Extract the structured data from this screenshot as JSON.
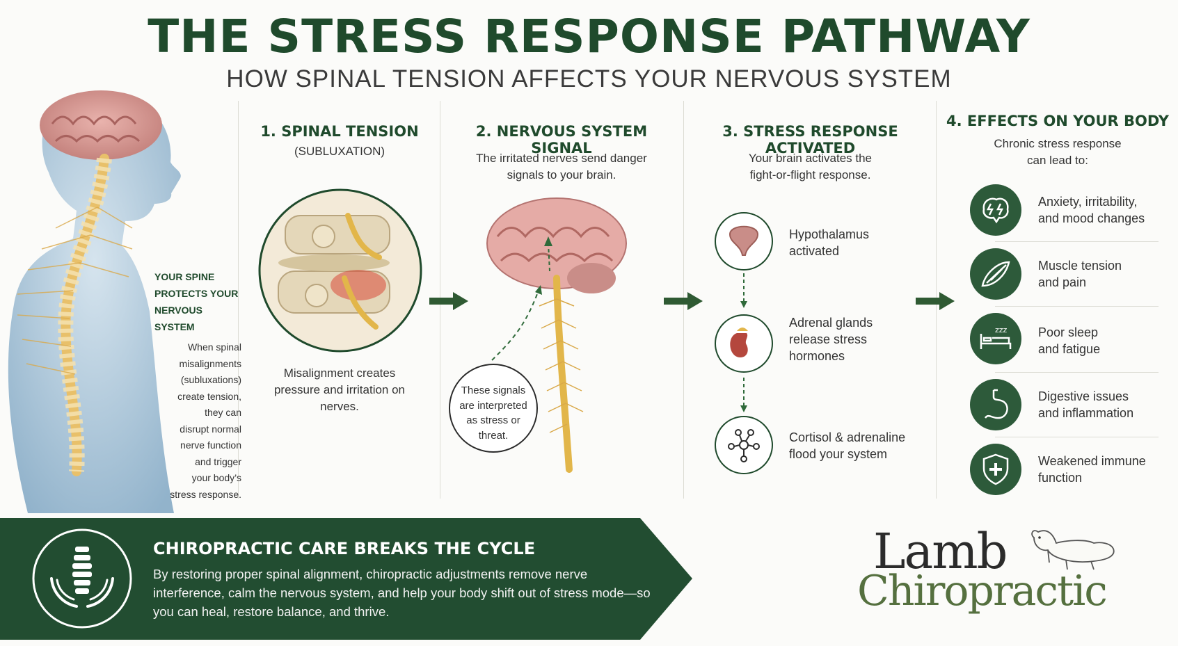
{
  "header": {
    "title": "THE STRESS RESPONSE PATHWAY",
    "subtitle": "HOW SPINAL TENSION AFFECTS YOUR NERVOUS SYSTEM"
  },
  "spine_panel": {
    "heading": [
      "YOUR SPINE",
      "PROTECTS YOUR",
      "NERVOUS SYSTEM"
    ],
    "body": [
      "When spinal",
      "misalignments",
      "(subluxations)",
      "create tension,",
      "they can",
      "disrupt normal",
      "nerve function",
      "and trigger",
      "your body’s",
      "stress response."
    ]
  },
  "steps": [
    {
      "title": "1. SPINAL TENSION",
      "sub": [
        "(SUBLUXATION)"
      ],
      "caption": [
        "Misalignment creates",
        "pressure and irritation on",
        "nerves."
      ]
    },
    {
      "title": "2. NERVOUS SYSTEM SIGNAL",
      "sub": [
        "The irritated nerves send danger",
        "signals to your brain."
      ],
      "bubble": [
        "These signals",
        "are interpreted",
        "as stress or",
        "threat."
      ]
    },
    {
      "title": "3. STRESS RESPONSE ACTIVATED",
      "sub": [
        "Your brain activates the",
        "fight-or-flight response."
      ],
      "items": [
        {
          "icon": "hypothalamus-icon",
          "lines": [
            "Hypothalamus",
            "activated"
          ]
        },
        {
          "icon": "adrenal-gland-icon",
          "lines": [
            "Adrenal glands",
            "release stress",
            "hormones"
          ]
        },
        {
          "icon": "molecule-icon",
          "lines": [
            "Cortisol & adrenaline",
            "flood your system"
          ]
        }
      ]
    },
    {
      "title": "4. EFFECTS ON YOUR BODY",
      "sub": [
        "Chronic stress response",
        "can lead to:"
      ],
      "items": [
        {
          "icon": "brain-lightning-icon",
          "lines": [
            "Anxiety, irritability,",
            "and mood changes"
          ]
        },
        {
          "icon": "muscle-icon",
          "lines": [
            "Muscle tension",
            "and pain"
          ]
        },
        {
          "icon": "bed-sleep-icon",
          "lines": [
            "Poor sleep",
            "and fatigue"
          ]
        },
        {
          "icon": "stomach-icon",
          "lines": [
            "Digestive issues",
            "and inflammation"
          ]
        },
        {
          "icon": "shield-cross-icon",
          "lines": [
            "Weakened immune",
            "function"
          ]
        }
      ]
    }
  ],
  "banner": {
    "title": "CHIROPRACTIC CARE BREAKS THE CYCLE",
    "body": "By restoring proper spinal alignment, chiropractic adjustments remove nerve interference, calm the nervous system, and help your body shift out of stress mode—so you can heal, restore balance, and thrive.",
    "icon": "spine-in-hands-icon"
  },
  "logo": {
    "line1": "Lamb",
    "line2": "Chiropractic",
    "icon": "lamb-icon"
  },
  "colors": {
    "primary_green": "#1f4a2c",
    "banner_green": "#224d31",
    "accent_red": "#d84a3a",
    "nerve_yellow": "#e2b64a"
  }
}
